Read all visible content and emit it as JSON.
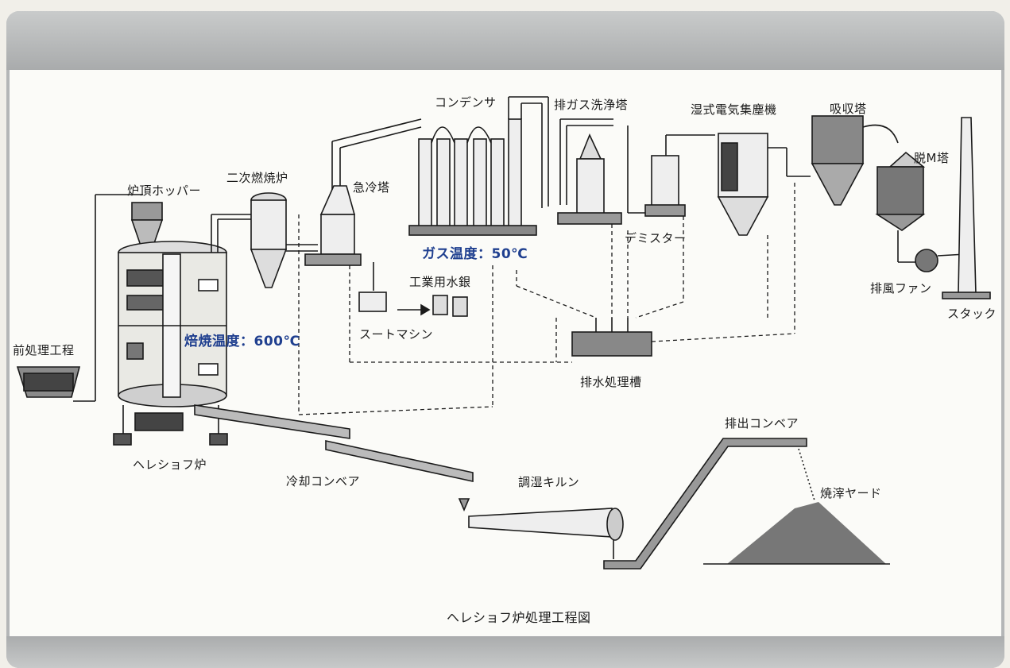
{
  "labels": {
    "pretreatment": "前処理工程",
    "top_hopper": "炉頂ホッパー",
    "secondary_combustor": "二次燃焼炉",
    "quench_tower": "急冷塔",
    "condenser": "コンデンサ",
    "gas_scrubber": "排ガス洗浄塔",
    "wet_esp": "湿式電気集塵機",
    "absorber": "吸収塔",
    "demercury_tower": "脱M塔",
    "demister": "デミスター",
    "exhaust_fan": "排風ファン",
    "stack": "スタック",
    "industrial_mercury": "工業用水銀",
    "soot_machine": "スートマシン",
    "wastewater_tank": "排水処理槽",
    "herreshoff_furnace": "ヘレショフ炉",
    "cooling_conveyor": "冷却コンベア",
    "humidity_kiln": "調湿キルン",
    "discharge_conveyor": "排出コンベア",
    "residue_yard": "焼滓ヤード",
    "roast_temp": "焙焼温度：600℃",
    "gas_temp": "ガス温度：50℃",
    "caption": "ヘレショフ炉処理工程図"
  },
  "colors": {
    "frame": "#b4b6b7",
    "panel": "#fbfbf8",
    "accent_temp": "#1f3f8f",
    "line": "#1a1a1a"
  }
}
